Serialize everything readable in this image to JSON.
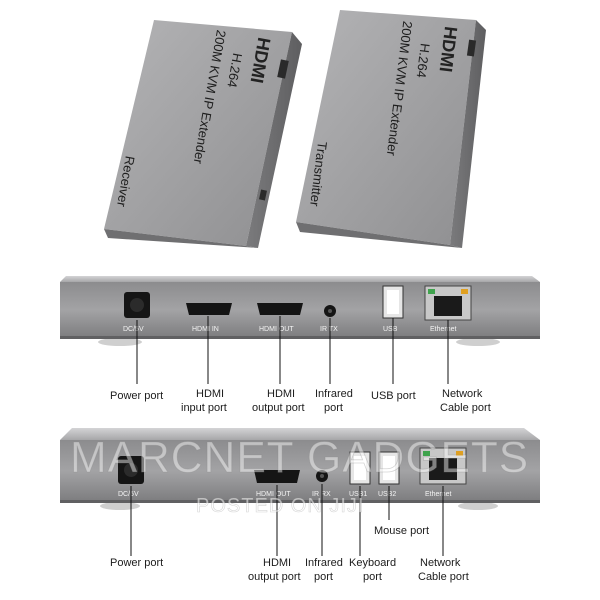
{
  "devices": {
    "receiver": {
      "brand": "HDMI",
      "codec": "H.264",
      "model": "200M KVM IP Extender",
      "role": "Receiver"
    },
    "transmitter": {
      "brand": "HDMI",
      "codec": "H.264",
      "model": "200M KVM IP Extender",
      "role": "Transmitter"
    }
  },
  "panel1": {
    "port_labels": [
      "DC/5V",
      "HDMI IN",
      "HDMI OUT",
      "IR TX",
      "USB",
      "Ethernet"
    ],
    "captions": {
      "power": "Power port",
      "hdmi_in_1": "HDMI",
      "hdmi_in_2": "input port",
      "hdmi_out_1": "HDMI",
      "hdmi_out_2": "output port",
      "ir_1": "Infrared",
      "ir_2": "port",
      "usb": "USB port",
      "net_1": "Network",
      "net_2": "Cable port"
    }
  },
  "panel2": {
    "port_labels": [
      "DC/5V",
      "HDMI OUT",
      "IR RX",
      "USB1",
      "USB2",
      "Ethernet"
    ],
    "captions": {
      "power": "Power port",
      "hdmi_out_1": "HDMI",
      "hdmi_out_2": "output port",
      "ir_1": "Infrared",
      "ir_2": "port",
      "kbd_1": "Keyboard",
      "kbd_2": "port",
      "mouse": "Mouse port",
      "net_1": "Network",
      "net_2": "Cable port"
    }
  },
  "watermark": {
    "line1": "MARCNET GADGETS",
    "line2": "POSTED ON JIJI"
  },
  "colors": {
    "body": "#9a9a9c",
    "body_dark": "#6e6e70",
    "port_black": "#151515",
    "ethernet_green": "#3fa34d",
    "ethernet_amber": "#e0a020"
  }
}
